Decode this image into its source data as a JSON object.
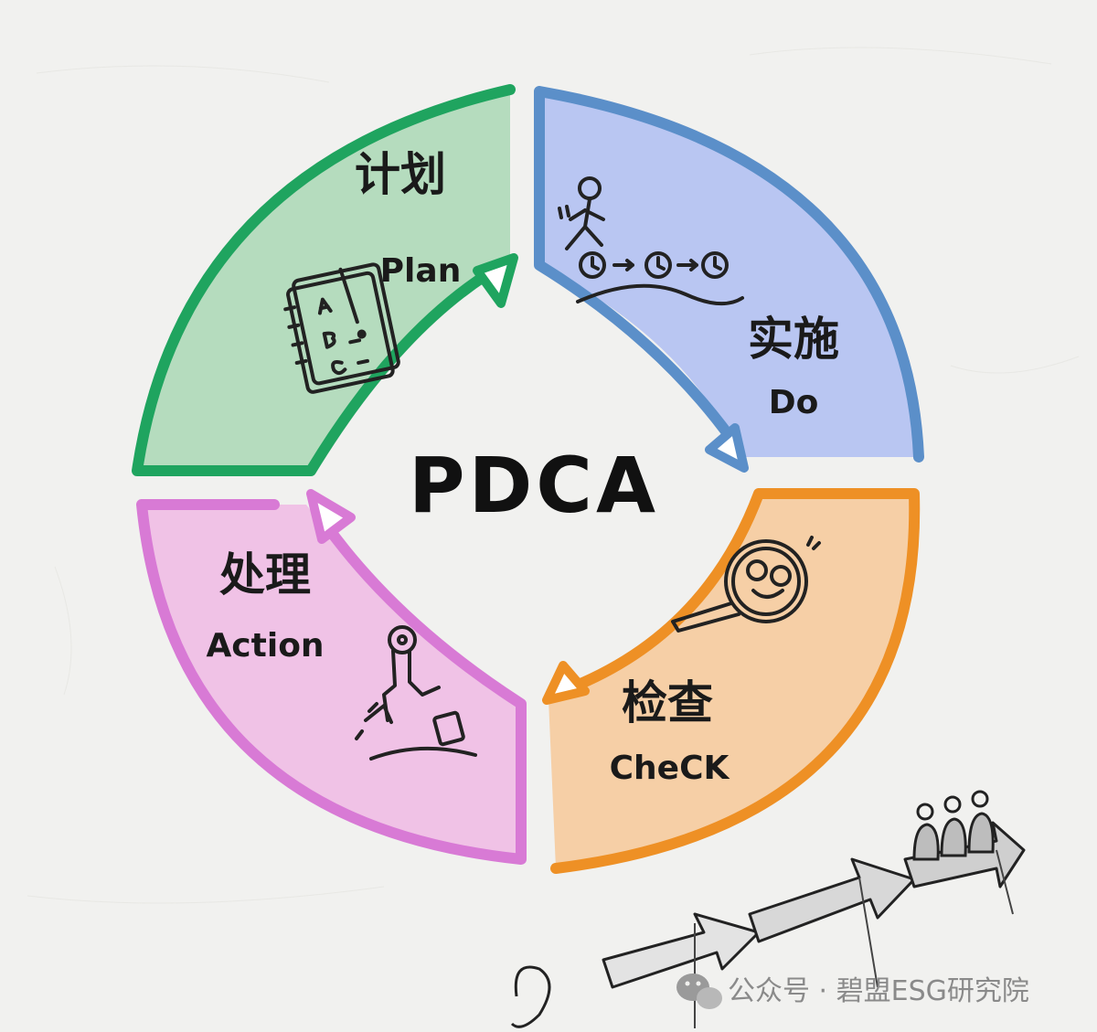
{
  "center": {
    "title": "PDCA"
  },
  "segments": {
    "plan": {
      "zh": "计划",
      "en": "Plan",
      "fill": "#b5dcbe",
      "stroke": "#1fa45f",
      "icon": "notebook-icon"
    },
    "do": {
      "zh": "实施",
      "en": "Do",
      "fill": "#b9c6f2",
      "stroke": "#5b8fc9",
      "icon": "walking-person-clock-icon"
    },
    "check": {
      "zh": "检查",
      "en": "CheCK",
      "fill": "#f6cfa6",
      "stroke": "#ee9025",
      "icon": "magnifying-glass-icon"
    },
    "action": {
      "zh": "处理",
      "en": "Action",
      "fill": "#f0c2e6",
      "stroke": "#d87ad5",
      "icon": "person-action-icon"
    }
  },
  "decoration": {
    "icon": "ascending-arrows-team-icon"
  },
  "watermark": {
    "text": "公众号 · 碧盟ESG研究院",
    "icon": "wechat-icon"
  }
}
